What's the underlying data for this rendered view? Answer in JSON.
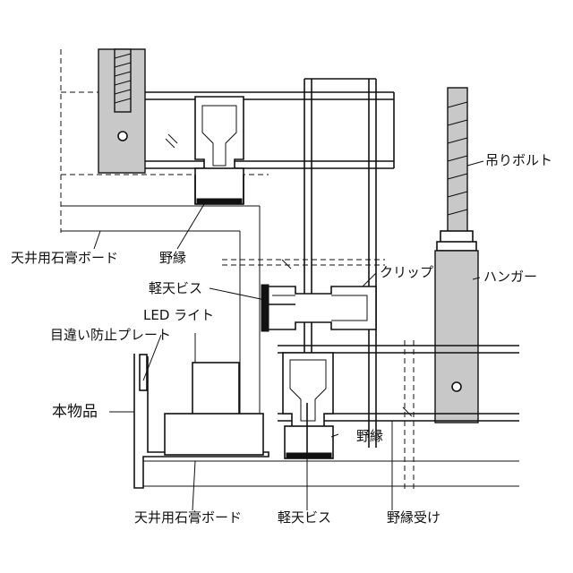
{
  "labels": {
    "ceiling_board_top": "天井用石膏ボード",
    "furring_top": "野縁",
    "hanging_bolt": "吊りボルト",
    "clip": "クリップ",
    "hanger": "ハンガー",
    "screw_top": "軽天ビス",
    "led_light": "LED ライト",
    "eye_guard_plate": "目違い防止プレート",
    "product": "本物品",
    "furring_bottom": "野縁",
    "ceiling_board_bottom": "天井用石膏ボード",
    "screw_bottom": "軽天ビス",
    "furring_receiver": "野縁受け"
  },
  "colors": {
    "line": "#111111",
    "fill_gray": "#c8c8c8",
    "background": "#ffffff"
  }
}
